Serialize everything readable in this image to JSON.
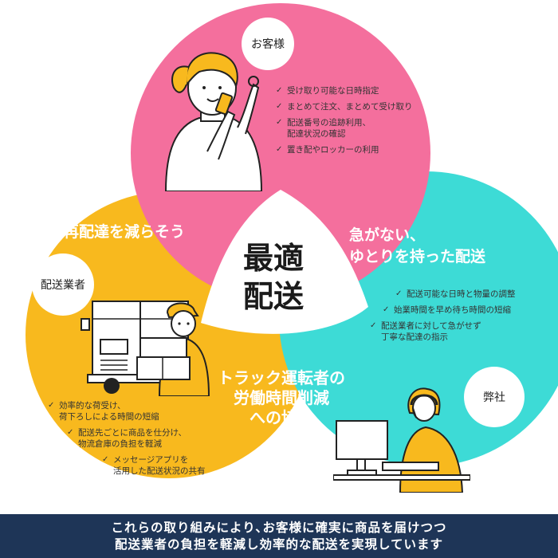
{
  "colors": {
    "pink": "#f46f9d",
    "yellow": "#f8b91e",
    "cyan": "#3ddbd6",
    "navy": "#1e3557"
  },
  "customer": {
    "label": "お客様",
    "items": [
      "受け取り可能な日時指定",
      "まとめて注文、まとめて受け取り",
      "配送番号の追跡利用、\n配達状況の確認",
      "置き配やロッカーの利用"
    ]
  },
  "delivery": {
    "label": "配送業者",
    "headline": "再配達を減らそう",
    "items": [
      "効率的な荷受け、\n荷下ろしによる時間の短縮",
      "配送先ごとに商品を仕分け、\n物流倉庫の負担を軽減",
      "メッセージアプリを\n活用した配送状況の共有"
    ]
  },
  "company": {
    "label": "弊社",
    "headline": "急がない、\nゆとりを持った配送",
    "items": [
      "配送可能な日時と物量の調整",
      "始業時間を早め待ち時間の短縮",
      "配送業者に対して急がせず\n丁寧な配達の指示"
    ]
  },
  "truck_headline": "トラック運転者の\n労働時間削減\nへの協力",
  "center_title": "最適\n配送",
  "footer": {
    "line1": "これらの取り組みにより､お客様に確実に商品を届けつつ",
    "line2": "配送業者の負担を軽減し効率的な配送を実現しています"
  },
  "icons": [
    "check-icon",
    "woman-phone-illustration",
    "truck-illustration",
    "courier-illustration",
    "operator-illustration"
  ]
}
